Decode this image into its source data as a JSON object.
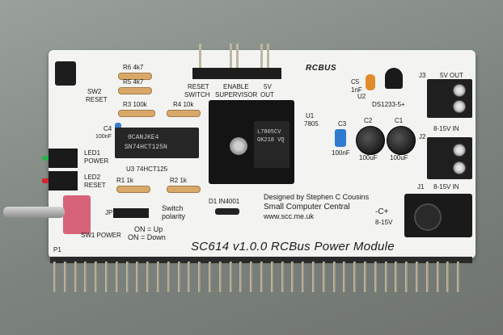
{
  "board": {
    "logo": "RCBUS",
    "title": "SC614  v1.0.0  RCBus Power Module",
    "designer": "Designed by Stephen C Cousins",
    "company": "Small Computer Central",
    "website": "www.scc.me.uk"
  },
  "silkscreen": {
    "sw2": "SW2",
    "reset": "RESET",
    "r6": "R6 4k7",
    "r5": "R5 4k7",
    "r3": "R3 100k",
    "r4": "R4 10k",
    "c4": "C4",
    "c4_value": "100nF",
    "u3": "U3  74HCT125",
    "r1": "R1  1k",
    "r2": "R2  1k",
    "led1": "LED1",
    "led1_sub": "POWER",
    "led2": "LED2",
    "led2_sub": "RESET",
    "sw1": "SW1 POWER",
    "jp": "JP",
    "switch_polarity_1": "Switch",
    "switch_polarity_2": "polarity",
    "on_up": "ON = Up",
    "on_down": "ON = Down",
    "p1": "P1",
    "d1": "D1  IN4001",
    "u1": "U1",
    "u1_part": "7805",
    "hdr_reset": "RESET",
    "hdr_switch": "SWITCH",
    "hdr_enable": "ENABLE",
    "hdr_supervisor": "SUPERVISOR",
    "hdr_5v": "5V",
    "hdr_out": "OUT",
    "c3": "C3",
    "c3_value": "100nF",
    "c2": "C2",
    "c2_value": "100uF",
    "c1": "C1",
    "c1_value": "100uF",
    "c5": "C5",
    "c5_value": "1nF",
    "u2": "U2",
    "u2_part": "DS1233-5+",
    "j3": "J3",
    "j3_label": "5V OUT",
    "j2": "J2",
    "j2_label": "8-15V IN",
    "j1": "J1",
    "j1_label": "8-15V IN",
    "dc_symbol": "-C+",
    "dc_range": "8-15V"
  },
  "chips": {
    "u3_line1": "0CANJKE4",
    "u3_line2": "SN74HCT125N",
    "u1_line1": "L7805CV",
    "u1_line2": "GK218 VQ"
  }
}
